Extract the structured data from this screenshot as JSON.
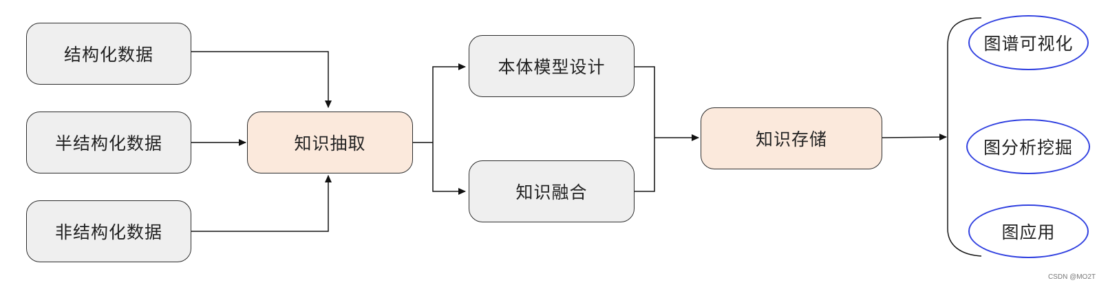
{
  "sources": {
    "structured": "结构化数据",
    "semi_structured": "半结构化数据",
    "unstructured": "非结构化数据"
  },
  "steps": {
    "extraction": "知识抽取",
    "ontology": "本体模型设计",
    "fusion": "知识融合",
    "storage": "知识存储"
  },
  "applications": {
    "visualization": "图谱可视化",
    "mining": "图分析挖掘",
    "application": "图应用"
  },
  "colors": {
    "source_fill": "#efefef",
    "highlight_fill": "#fbe9dc",
    "oval_stroke": "#3040e0"
  },
  "watermark": "CSDN @MO2T"
}
